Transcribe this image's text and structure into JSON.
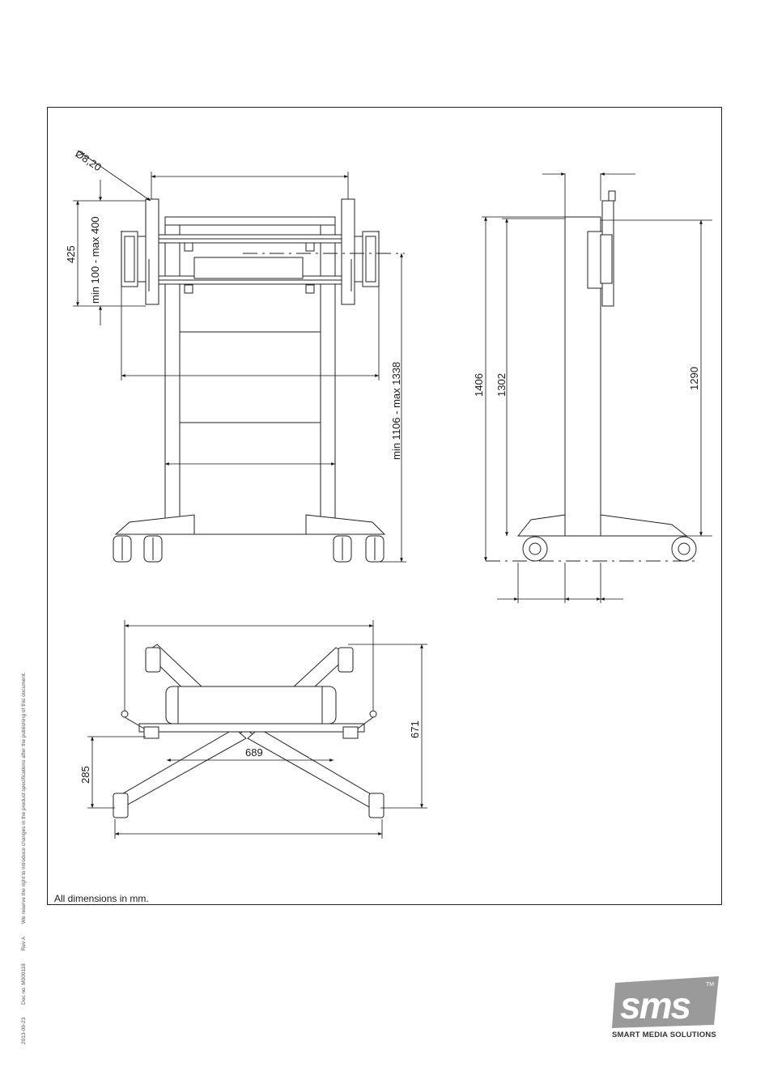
{
  "dimensions": {
    "hole_diameter": "Ø8,20",
    "vesa_outer": "425",
    "vesa_range": "min 100 - max 400",
    "height_range": "min 1106 - max 1338",
    "total_height": "1406",
    "height_1302": "1302",
    "height_1290": "1290",
    "base_inner_width": "689",
    "base_offset": "285",
    "base_depth": "671"
  },
  "footnote": "All dimensions in mm.",
  "side_text": {
    "date": "2013-09-23",
    "doc_no": "Doc no. M000118",
    "rev": "Rev A",
    "disclaimer": "We reserve the right to introduce changes in the product specifications after the publishing of this document."
  },
  "logo": {
    "mark": "sms",
    "tm": "TM",
    "tagline": "SMART MEDIA SOLUTIONS",
    "color": "#9a9a9a"
  }
}
